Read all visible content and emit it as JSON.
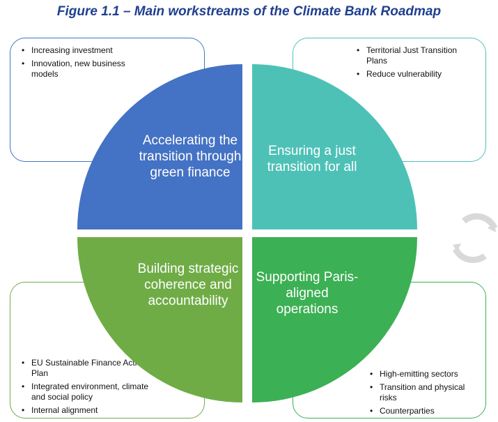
{
  "title": "Figure 1.1 – Main workstreams of the Climate Bank Roadmap",
  "colors": {
    "blue": "#4472c4",
    "teal": "#4ec1b7",
    "light_green": "#6fac46",
    "green": "#3cb054",
    "title": "#1f3f8f"
  },
  "quadrants": {
    "top_left": {
      "label": "Accelerating the transition through green finance",
      "bullets": [
        "Increasing investment",
        "Innovation, new business models"
      ]
    },
    "top_right": {
      "label": "Ensuring a just transition for all",
      "bullets": [
        "Territorial Just Transition Plans",
        "Reduce vulnerability"
      ]
    },
    "bottom_left": {
      "label": "Building strategic coherence and accountability",
      "bullets": [
        "EU Sustainable Finance Action Plan",
        "Integrated environment, climate and social policy",
        "Internal alignment"
      ]
    },
    "bottom_right": {
      "label": "Supporting Paris-aligned operations",
      "bullets": [
        "High-emitting sectors",
        "Transition and physical risks",
        "Counterparties"
      ]
    }
  },
  "decoration": {
    "icon": "cycle-arrows-icon"
  }
}
